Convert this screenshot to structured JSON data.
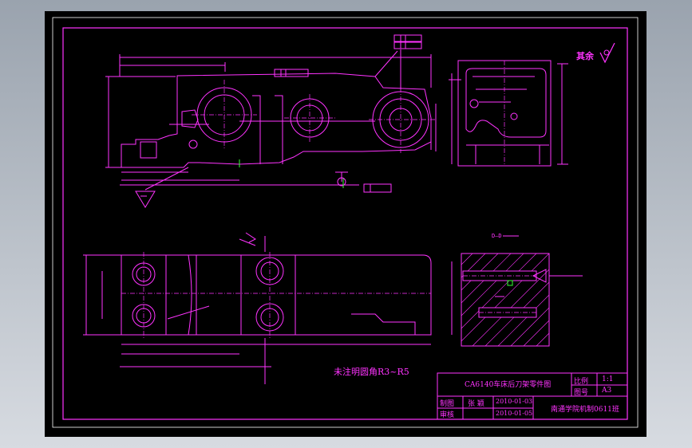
{
  "colors": {
    "background_gradient_top": "#9aa3ae",
    "background_gradient_bottom": "#d7dbe1",
    "paper": "#000000",
    "line_magenta": "#ff33ff",
    "line_white": "#ffffff",
    "line_green": "#33ff33"
  },
  "roughness_note": "其余",
  "unspecified_fillet_note": "未注明圆角R3~R5",
  "section_label": "D—D",
  "title_block": {
    "part_name": "CA6140车床后刀架零件图",
    "scale_label": "比例",
    "scale_value": "1:1",
    "sheet_label": "图号",
    "sheet_value": "A3",
    "drawn_label": "制图",
    "drawn_name": "张 颖",
    "drawn_date": "2010-01-03",
    "checked_label": "审核",
    "checked_date": "2010-01-05",
    "school": "南通学院机制0611班"
  },
  "icons": {
    "surface_finish": "roughness-symbol-icon",
    "datum": "datum-feature-icon"
  }
}
